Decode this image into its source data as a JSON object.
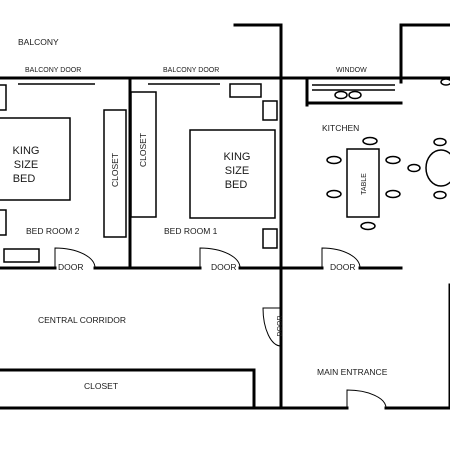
{
  "rooms": {
    "balcony": "BALCONY",
    "bedroom_2": "BED ROOM 2",
    "bedroom_1": "BED ROOM 1",
    "kitchen": "KITCHEN",
    "central_corridor": "CENTRAL CORRIDOR",
    "main_entrance": "MAIN ENTRANCE"
  },
  "openings": {
    "balcony_door_left": "BALCONY DOOR",
    "balcony_door_right": "BALCONY DOOR",
    "window": "WINDOW",
    "door_bedroom_2": "DOOR",
    "door_bedroom_1": "DOOR",
    "door_kitchen": "DOOR",
    "door_corridor": "DOOR"
  },
  "furniture": {
    "bed_left": [
      "KING",
      "SIZE",
      "BED"
    ],
    "bed_right": [
      "KING",
      "SIZE",
      "BED"
    ],
    "closet_vertical_1": "CLOSET",
    "closet_vertical_2": "CLOSET",
    "closet_corridor": "CLOSET",
    "table": "TABLE"
  }
}
